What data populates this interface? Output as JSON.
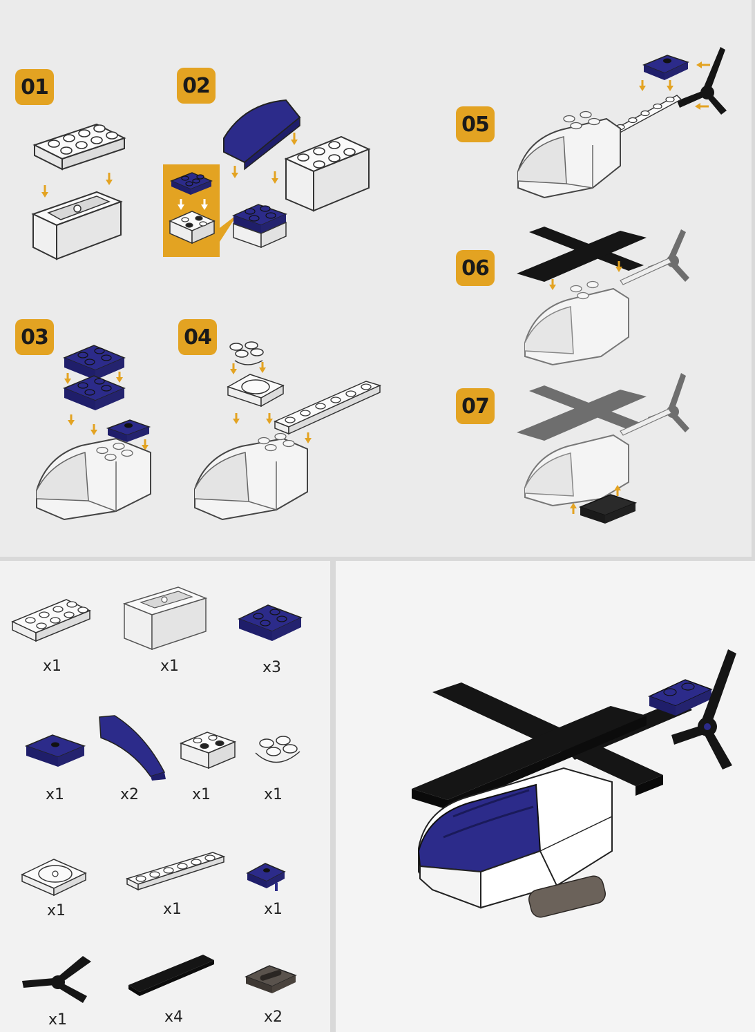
{
  "steps": [
    {
      "label": "01"
    },
    {
      "label": "02"
    },
    {
      "label": "03"
    },
    {
      "label": "04"
    },
    {
      "label": "05"
    },
    {
      "label": "06"
    },
    {
      "label": "07"
    }
  ],
  "parts": [
    {
      "qty": "x1"
    },
    {
      "qty": "x1"
    },
    {
      "qty": "x3"
    },
    {
      "qty": "x1"
    },
    {
      "qty": "x2"
    },
    {
      "qty": "x1"
    },
    {
      "qty": "x1"
    },
    {
      "qty": "x1"
    },
    {
      "qty": "x1"
    },
    {
      "qty": "x1"
    },
    {
      "qty": "x1"
    },
    {
      "qty": "x4"
    },
    {
      "qty": "x2"
    }
  ],
  "colors": {
    "badge": "#e3a322",
    "navy": "#2c2b8a",
    "black": "#151515",
    "brick_white": "#f7f7f7",
    "outline": "#333333",
    "arrow": "#e3a322"
  }
}
